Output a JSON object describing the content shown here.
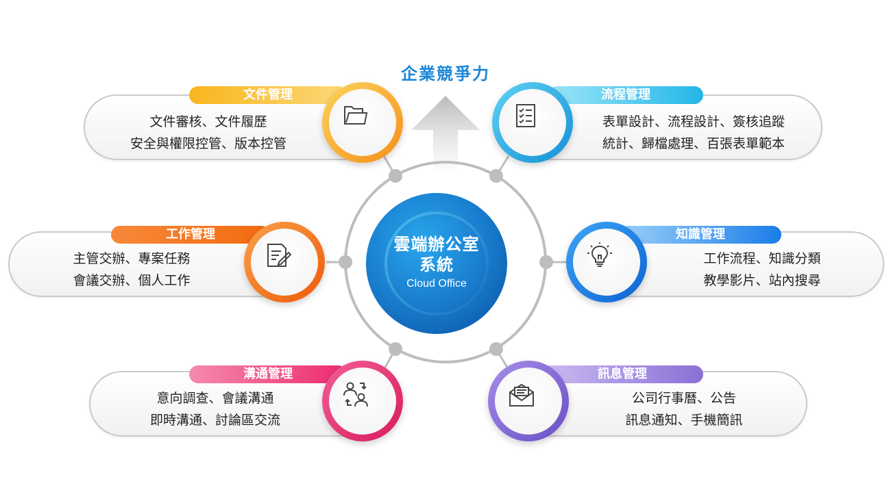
{
  "headline": "企業競爭力",
  "center": {
    "title_line1": "雲端辦公室",
    "title_line2": "系統",
    "subtitle": "Cloud Office"
  },
  "modules": [
    {
      "id": "document",
      "label": "文件管理",
      "lines": [
        "文件審核、文件履歷",
        "安全與權限控管、版本控管"
      ],
      "icon": "folder-icon",
      "color": "#f7a21b"
    },
    {
      "id": "process",
      "label": "流程管理",
      "lines": [
        "表單設計、流程設計、簽核追蹤",
        "統計、歸檔處理、百張表單範本"
      ],
      "icon": "checklist-icon",
      "color": "#22b6e8"
    },
    {
      "id": "work",
      "label": "工作管理",
      "lines": [
        "主管交辦、專案任務",
        "會議交辦、個人工作"
      ],
      "icon": "edit-document-icon",
      "color": "#f26a10"
    },
    {
      "id": "knowledge",
      "label": "知識管理",
      "lines": [
        "工作流程、知識分類",
        "教學影片、站內搜尋"
      ],
      "icon": "lightbulb-icon",
      "color": "#1a7de8"
    },
    {
      "id": "communication",
      "label": "溝通管理",
      "lines": [
        "意向調查、會議溝通",
        "即時溝通、討論區交流"
      ],
      "icon": "people-exchange-icon",
      "color": "#ec2a6e"
    },
    {
      "id": "message",
      "label": "訊息管理",
      "lines": [
        "公司行事曆、公告",
        "訊息通知、手機簡訊"
      ],
      "icon": "envelope-icon",
      "color": "#8a6fd6"
    }
  ]
}
